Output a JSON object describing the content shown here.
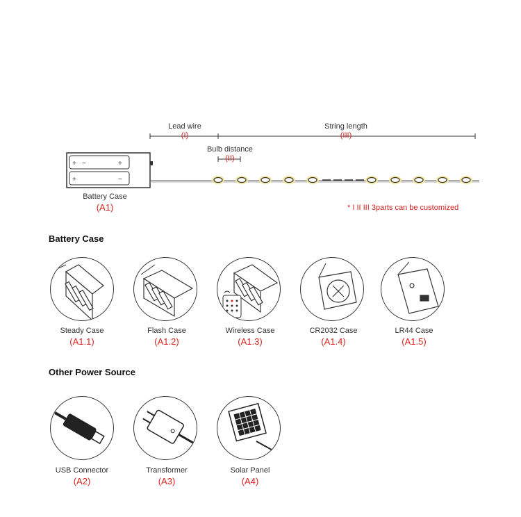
{
  "top_diagram": {
    "lead_wire": "Lead wire",
    "lead_wire_code": "(I)",
    "string_length": "String length",
    "string_length_code": "(III)",
    "bulb_distance": "Bulb distance",
    "bulb_distance_code": "(II)",
    "battery_case_label": "Battery Case",
    "battery_case_code": "(A1)",
    "note": "* I II III 3parts can be customized"
  },
  "battery_section": {
    "title": "Battery Case",
    "items": [
      {
        "label": "Steady Case",
        "code": "(A1.1)",
        "icon": "steady-battery-case-icon"
      },
      {
        "label": "Flash Case",
        "code": "(A1.2)",
        "icon": "flash-battery-case-icon"
      },
      {
        "label": "Wireless Case",
        "code": "(A1.3)",
        "icon": "wireless-battery-case-icon"
      },
      {
        "label": "CR2032 Case",
        "code": "(A1.4)",
        "icon": "cr2032-case-icon"
      },
      {
        "label": "LR44 Case",
        "code": "(A1.5)",
        "icon": "lr44-case-icon"
      }
    ]
  },
  "power_section": {
    "title": "Other Power Source",
    "items": [
      {
        "label": "USB Connector",
        "code": "(A2)",
        "icon": "usb-connector-icon"
      },
      {
        "label": "Transformer",
        "code": "(A3)",
        "icon": "transformer-icon"
      },
      {
        "label": "Solar Panel",
        "code": "(A4)",
        "icon": "solar-panel-icon"
      }
    ]
  },
  "colors": {
    "accent_red": "#d8211e",
    "bulb_glow": "#f3e7a0",
    "line": "#333333"
  }
}
